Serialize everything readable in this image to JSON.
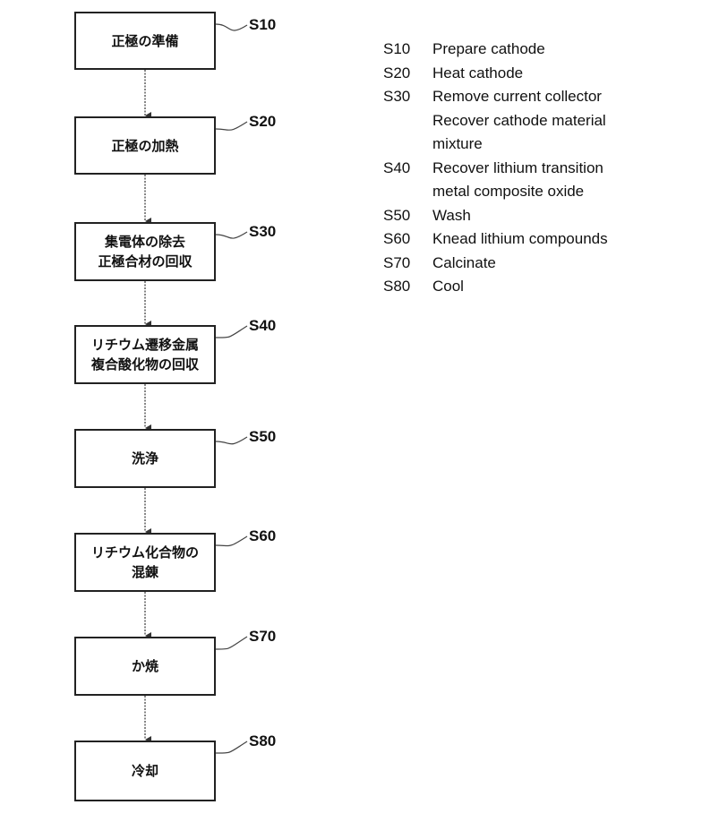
{
  "steps": [
    {
      "code": "S10",
      "lines": [
        "正極の準備"
      ]
    },
    {
      "code": "S20",
      "lines": [
        "正極の加熱"
      ]
    },
    {
      "code": "S30",
      "lines": [
        "集電体の除去",
        "正極合材の回収"
      ]
    },
    {
      "code": "S40",
      "lines": [
        "リチウム遷移金属",
        "複合酸化物の回収"
      ]
    },
    {
      "code": "S50",
      "lines": [
        "洗浄"
      ]
    },
    {
      "code": "S60",
      "lines": [
        "リチウム化合物の",
        "混錬"
      ]
    },
    {
      "code": "S70",
      "lines": [
        "か焼"
      ]
    },
    {
      "code": "S80",
      "lines": [
        "冷却"
      ]
    }
  ],
  "legend": [
    {
      "code": "S10",
      "text": "Prepare cathode"
    },
    {
      "code": "S20",
      "text": "Heat cathode"
    },
    {
      "code": "S30",
      "text": "Remove current collector"
    },
    {
      "code": "",
      "text": "Recover cathode material"
    },
    {
      "code": "",
      "text": "mixture"
    },
    {
      "code": "S40",
      "text": "Recover lithium transition"
    },
    {
      "code": "",
      "text": "metal composite oxide"
    },
    {
      "code": "S50",
      "text": "Wash"
    },
    {
      "code": "S60",
      "text": "Knead lithium compounds"
    },
    {
      "code": "S70",
      "text": "Calcinate"
    },
    {
      "code": "S80",
      "text": "Cool"
    }
  ]
}
